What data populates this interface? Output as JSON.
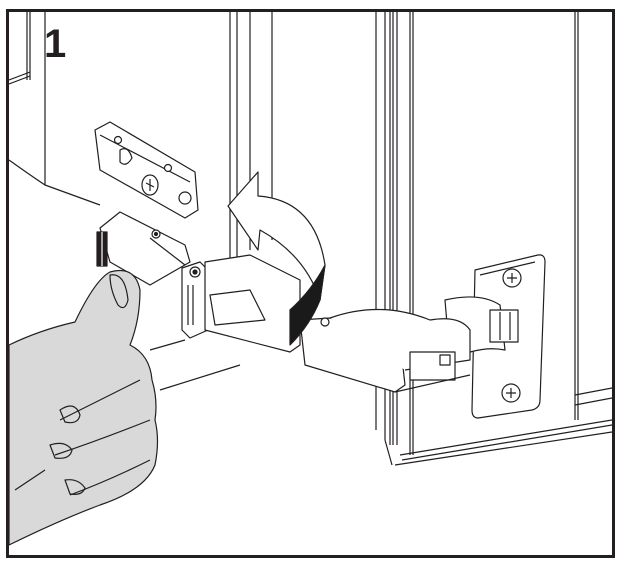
{
  "figure": {
    "step_number": "1",
    "description": "Concealed cabinet hinge removal: hand presses release lever on hinge arm, arrow indicates rotating the hinge arm up off the mounting plate",
    "colors": {
      "line": "#231f20",
      "hand_fill": "#d9d9d9",
      "arrow_shadow": "#1a1a1a",
      "background": "#ffffff"
    },
    "parts": [
      "mounting-plate",
      "hinge-arm",
      "hinge-cup",
      "release-lever",
      "rotation-arrow",
      "hand",
      "cabinet-side",
      "cabinet-door"
    ]
  }
}
